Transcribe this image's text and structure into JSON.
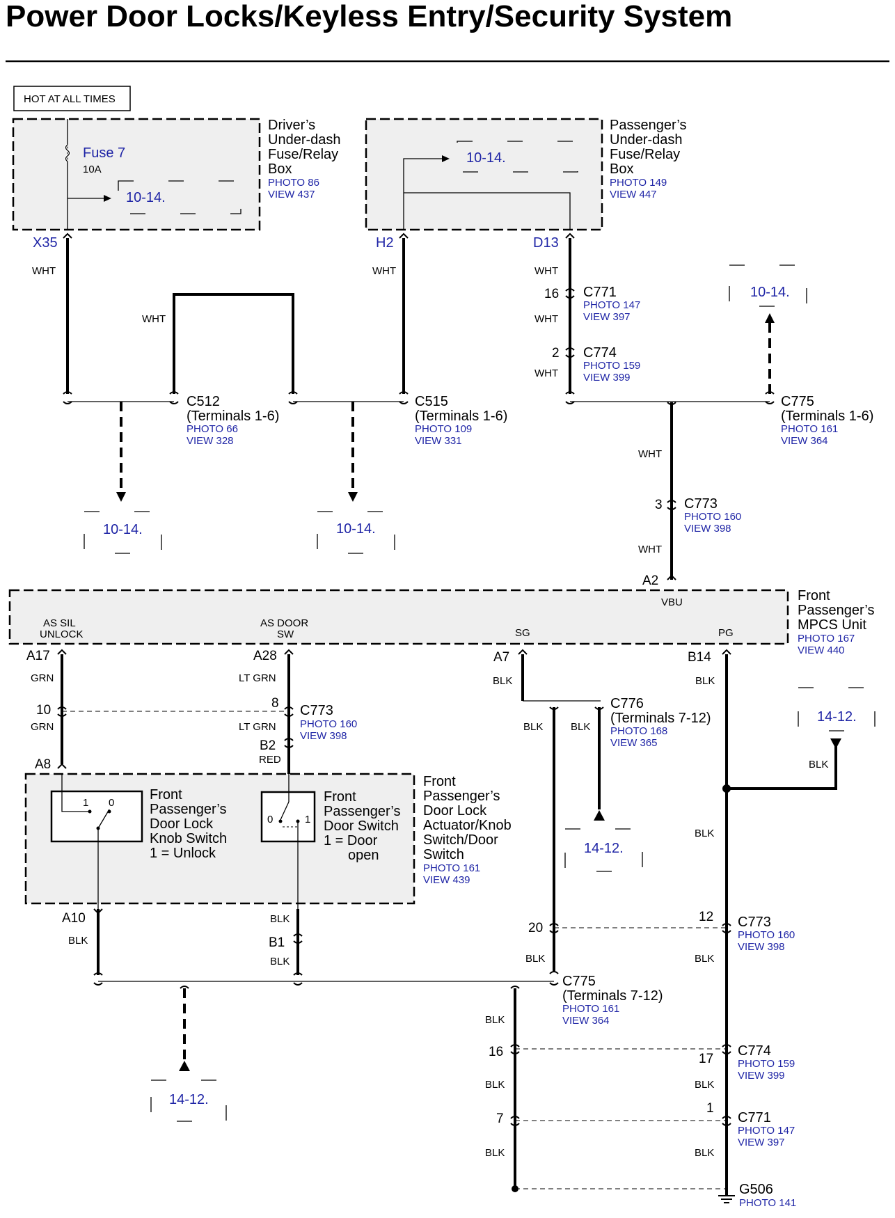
{
  "title": "Power Door Locks/Keyless Entry/Security System",
  "hot_label": "HOT AT ALL TIMES",
  "driver_box": {
    "name_lines": [
      "Driver’s",
      "Under-dash",
      "Fuse/Relay",
      "Box"
    ],
    "photo": "PHOTO 86",
    "view": "VIEW 437",
    "fuse_name": "Fuse 7",
    "fuse_rating": "10A",
    "ref": "10-14."
  },
  "passenger_box": {
    "name_lines": [
      "Passenger’s",
      "Under-dash",
      "Fuse/Relay",
      "Box"
    ],
    "photo": "PHOTO 149",
    "view": "VIEW 447",
    "ref": "10-14."
  },
  "terminals": {
    "x35": "X35",
    "h2": "H2",
    "d13": "D13"
  },
  "wire_colors": {
    "wht": "WHT",
    "grn": "GRN",
    "lt_grn": "LT GRN",
    "red": "RED",
    "blk": "BLK"
  },
  "connectors": {
    "c771_top": {
      "pin": "16",
      "name": "C771",
      "photo": "PHOTO 147",
      "view": "VIEW 397"
    },
    "c774_top": {
      "pin": "2",
      "name": "C774",
      "photo": "PHOTO 159",
      "view": "VIEW 399"
    },
    "c512": {
      "name": "C512",
      "sub": "(Terminals 1-6)",
      "photo": "PHOTO 66",
      "view": "VIEW 328"
    },
    "c515": {
      "name": "C515",
      "sub": "(Terminals 1-6)",
      "photo": "PHOTO 109",
      "view": "VIEW 331"
    },
    "c775_top": {
      "name": "C775",
      "sub": "(Terminals 1-6)",
      "photo": "PHOTO 161",
      "view": "VIEW 364"
    },
    "c773_top": {
      "pin": "3",
      "name": "C773",
      "photo": "PHOTO 160",
      "view": "VIEW 398"
    },
    "c773_mid": {
      "pin_left": "10",
      "pin_right": "8",
      "name": "C773",
      "photo": "PHOTO 160",
      "view": "VIEW 398"
    },
    "c776": {
      "name": "C776",
      "sub": "(Terminals 7-12)",
      "photo": "PHOTO 168",
      "view": "VIEW 365"
    },
    "c773_low": {
      "pin_left": "20",
      "pin_right": "12",
      "name": "C773",
      "photo": "PHOTO 160",
      "view": "VIEW 398"
    },
    "c775_low": {
      "name": "C775",
      "sub": "(Terminals 7-12)",
      "photo": "PHOTO 161",
      "view": "VIEW 364"
    },
    "c774_low": {
      "pin_left": "16",
      "pin_right": "17",
      "name": "C774",
      "photo": "PHOTO 159",
      "view": "VIEW 399"
    },
    "c771_low": {
      "pin_left": "7",
      "pin_right": "1",
      "name": "C771",
      "photo": "PHOTO 147",
      "view": "VIEW 397"
    }
  },
  "refs": {
    "r1014_a": "10-14.",
    "r1014_b": "10-14.",
    "r1014_c": "10-14.",
    "r1412_a": "14-12.",
    "r1412_b": "14-12.",
    "r1412_c": "14-12."
  },
  "mpcs": {
    "name_lines": [
      "Front",
      "Passenger’s",
      "MPCS Unit"
    ],
    "photo": "PHOTO 167",
    "view": "VIEW 440",
    "pin_a2": "A2",
    "vbu": "VBU",
    "as_sil_1": "AS SIL",
    "as_sil_2": "UNLOCK",
    "as_door_1": "AS DOOR",
    "as_door_2": "SW",
    "sg": "SG",
    "pg": "PG",
    "pin_a17": "A17",
    "pin_a28": "A28",
    "pin_a7": "A7",
    "pin_b14": "B14"
  },
  "actuator": {
    "name_lines": [
      "Front",
      "Passenger’s",
      "Door Lock",
      "Actuator/Knob",
      "Switch/Door",
      "Switch"
    ],
    "photo": "PHOTO 161",
    "view": "VIEW 439",
    "pin_a8": "A8",
    "pin_b2": "B2",
    "pin_a10": "A10",
    "pin_b1": "B1",
    "knob_lines": [
      "Front",
      "Passenger’s",
      "Door Lock",
      "Knob Switch",
      "1 = Unlock"
    ],
    "door_lines": [
      "Front",
      "Passenger’s",
      "Door Switch",
      "1 = Door",
      "open"
    ],
    "sw_1": "1",
    "sw_0": "0"
  },
  "ground": {
    "name": "G506",
    "photo": "PHOTO 141"
  }
}
